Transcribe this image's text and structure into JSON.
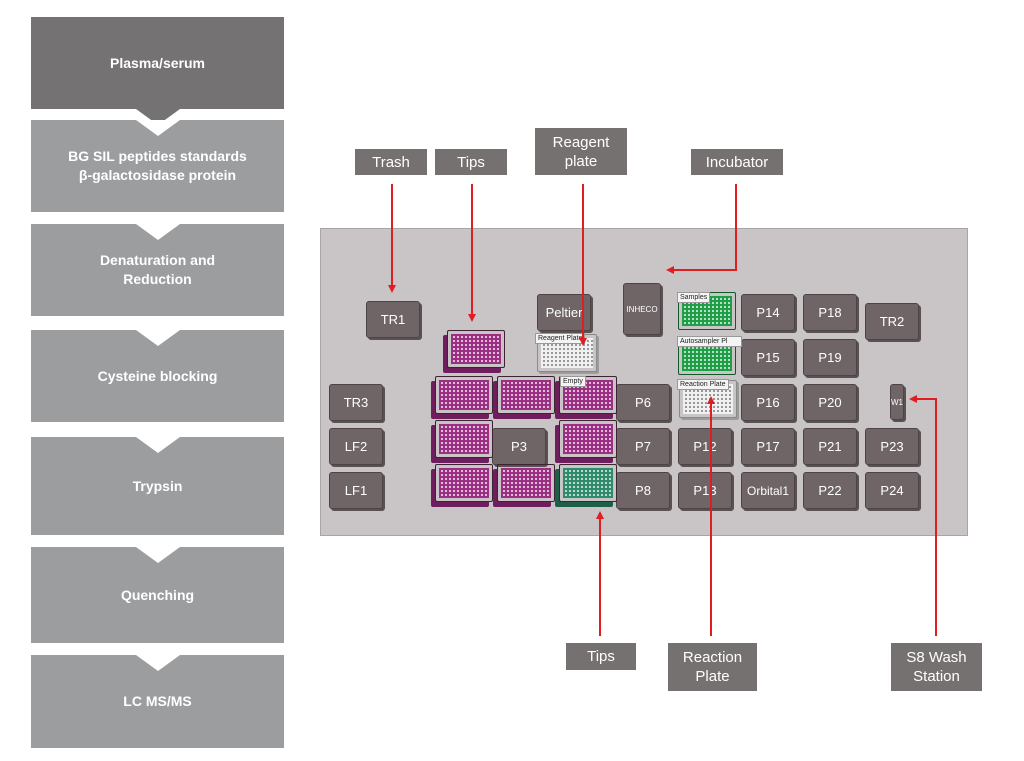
{
  "workflow": {
    "steps": [
      {
        "label": "Plasma/serum",
        "color": "#747273"
      },
      {
        "label": "BG SIL peptides standards\nβ-galactosidase protein",
        "color": "#9c9d9e"
      },
      {
        "label": "Denaturation and\nReduction",
        "color": "#9c9d9e"
      },
      {
        "label": "Cysteine blocking",
        "color": "#9c9d9e"
      },
      {
        "label": "Trypsin",
        "color": "#9c9d9e"
      },
      {
        "label": "Quenching",
        "color": "#9c9d9e"
      },
      {
        "label": "LC MS/MS",
        "color": "#9c9d9e"
      }
    ]
  },
  "callouts": {
    "trash": "Trash",
    "tips_top": "Tips",
    "reagent_plate": "Reagent\nplate",
    "incubator": "Incubator",
    "tips_bottom": "Tips",
    "reaction_plate": "Reaction\nPlate",
    "wash_station": "S8 Wash\nStation"
  },
  "deck": {
    "positions": {
      "tr1": "TR1",
      "tr2": "TR2",
      "tr3": "TR3",
      "lf2": "LF2",
      "lf1": "LF1",
      "peltier": "Peltier",
      "inheco": "INHECO",
      "p3": "P3",
      "p6": "P6",
      "p7": "P7",
      "p8": "P8",
      "p12": "P12",
      "p13": "P13",
      "p14": "P14",
      "p15": "P15",
      "p16": "P16",
      "p17": "P17",
      "orbital1": "Orbital1",
      "p18": "P18",
      "p19": "P19",
      "p20": "P20",
      "p21": "P21",
      "p22": "P22",
      "p23": "P23",
      "p24": "P24",
      "w1": "W1"
    },
    "plate_labels": {
      "reagent": "Reagent Plate",
      "empty": "Empty",
      "samples": "Samples",
      "autosampler": "Autosampler Pl",
      "reaction": "Reaction Plate"
    }
  },
  "colors": {
    "arrow": "#e11d24",
    "callout_bg": "#767171",
    "deck_bg": "#c9c5c6",
    "position_bg": "#6f6566",
    "tip_rack": "#9a2e83",
    "tip_rack_green": "#2d8a6a",
    "plate_green": "#1d9e46"
  }
}
